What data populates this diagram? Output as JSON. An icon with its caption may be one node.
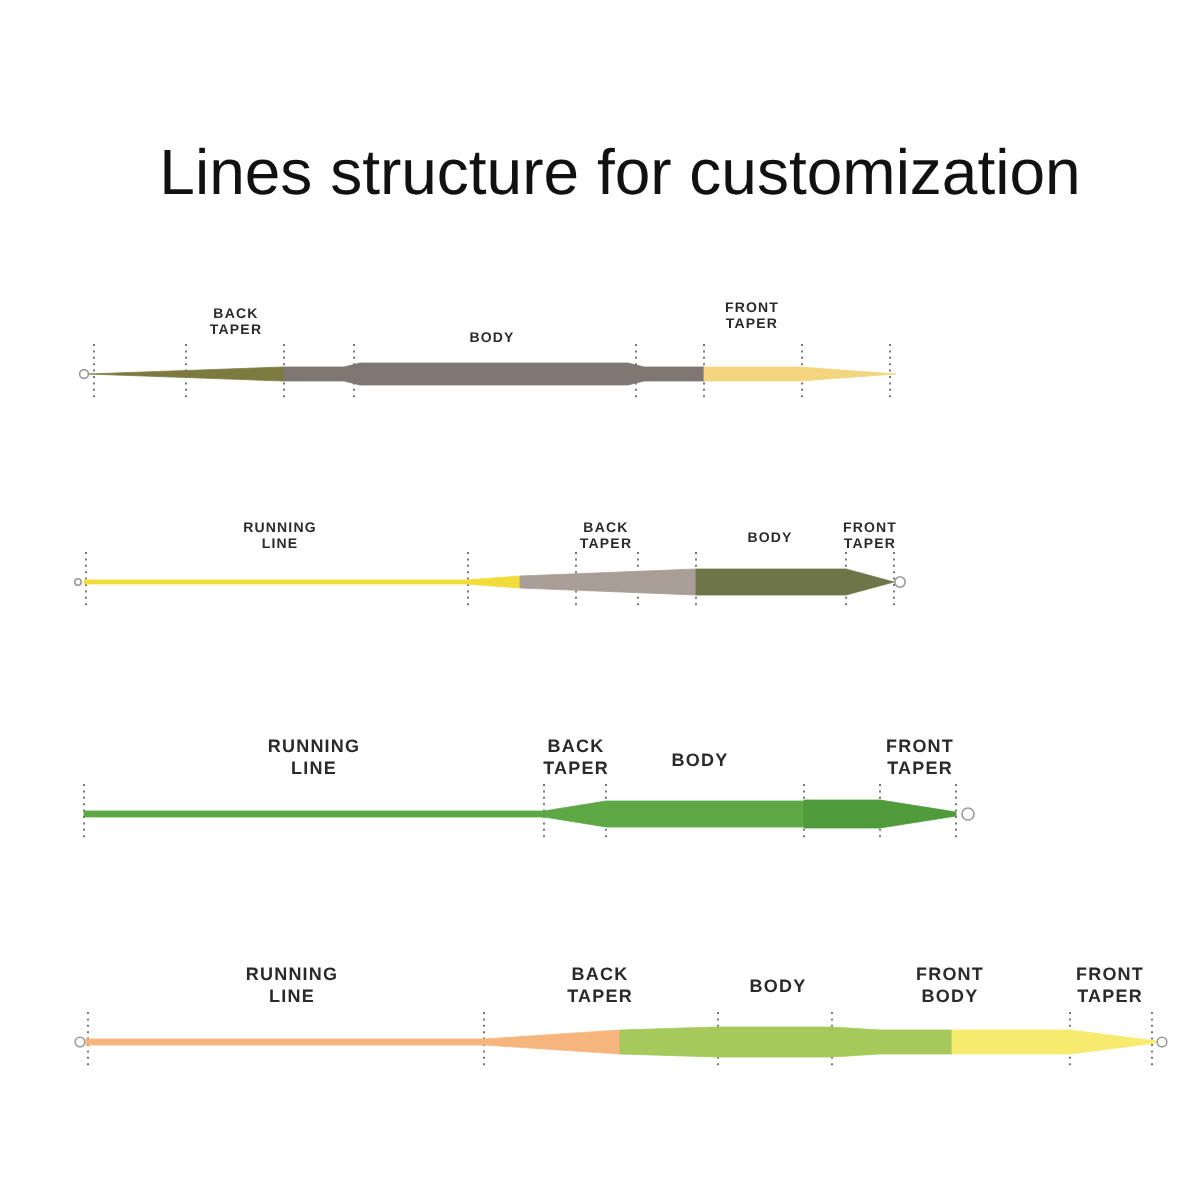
{
  "diagram": {
    "title": "Lines structure for customization",
    "labels": [
      "BACK TAPER",
      "BODY",
      "FRONT TAPER",
      "RUNNING LINE",
      "BACK TAPER",
      "BODY",
      "FRONT TAPER",
      "RUNNING LINE",
      "BACK TAPER",
      "BODY",
      "FRONT TAPER",
      "RUNNING LINE",
      "BACK TAPER",
      "BODY",
      "FRONT BODY",
      "FRONT TAPER"
    ]
  }
}
